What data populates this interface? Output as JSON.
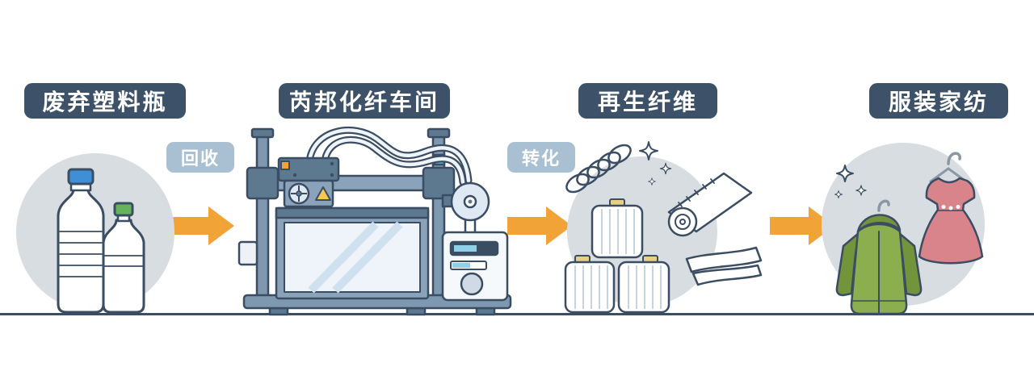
{
  "stages": [
    {
      "label": "废弃塑料瓶",
      "icon": "plastic-bottles-icon"
    },
    {
      "label": "芮邦化纤车间",
      "icon": "fiber-spinning-machine-icon"
    },
    {
      "label": "再生纤维",
      "icon": "yarn-spools-and-fabric-icon"
    },
    {
      "label": "服装家纺",
      "icon": "jacket-and-dress-icon"
    }
  ],
  "connectors": [
    {
      "label": "回收",
      "icon": "right-arrow-icon"
    },
    {
      "label": "转化",
      "icon": "right-arrow-icon"
    },
    {
      "label": "",
      "icon": "right-arrow-icon"
    }
  ],
  "colors": {
    "stage_pill_bg": "#3d5269",
    "stage_pill_text": "#ffffff",
    "connector_pill_bg": "#a9c0d2",
    "connector_pill_text": "#ffffff",
    "arrow_orange": "#f2a338",
    "outline_navy": "#3a4d63",
    "circle_gray": "#d8dde2",
    "machine_blue": "#7e98b0",
    "machine_dark_blue": "#5d7990",
    "panel_light": "#eef4fa",
    "jacket_green": "#8cae4e",
    "jacket_green_dark": "#74943c",
    "dress_red": "#d9838a",
    "bottle_cap_blue": "#3f8fd6",
    "bottle_cap_green": "#67b35c",
    "warning_yellow": "#f7c948",
    "teal_accent": "#4fc1bd",
    "spool_cap_tan": "#e9cf86",
    "ground_line": "#3a4d63"
  }
}
